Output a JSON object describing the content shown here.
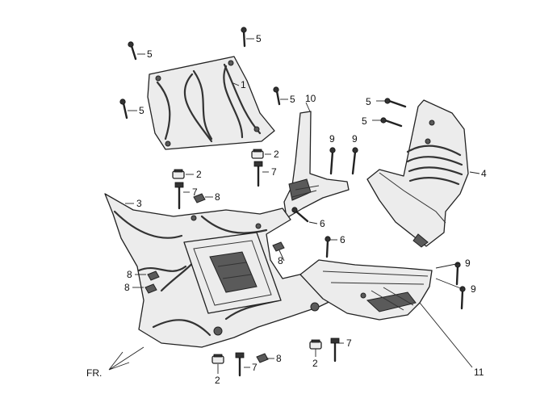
{
  "diagram": {
    "callouts": [
      {
        "id": "c5a",
        "text": "5"
      },
      {
        "id": "c5b",
        "text": "5"
      },
      {
        "id": "c5c",
        "text": "5"
      },
      {
        "id": "c5d",
        "text": "5"
      },
      {
        "id": "c5e",
        "text": "5"
      },
      {
        "id": "c5f",
        "text": "5"
      },
      {
        "id": "c1",
        "text": "1"
      },
      {
        "id": "c10",
        "text": "10"
      },
      {
        "id": "c9a",
        "text": "9"
      },
      {
        "id": "c9b",
        "text": "9"
      },
      {
        "id": "c9c",
        "text": "9"
      },
      {
        "id": "c9d",
        "text": "9"
      },
      {
        "id": "c4",
        "text": "4"
      },
      {
        "id": "c2a",
        "text": "2"
      },
      {
        "id": "c2b",
        "text": "2"
      },
      {
        "id": "c2c",
        "text": "2"
      },
      {
        "id": "c2d",
        "text": "2"
      },
      {
        "id": "c7a",
        "text": "7"
      },
      {
        "id": "c7b",
        "text": "7"
      },
      {
        "id": "c7c",
        "text": "7"
      },
      {
        "id": "c7d",
        "text": "7"
      },
      {
        "id": "c8a",
        "text": "8"
      },
      {
        "id": "c8b",
        "text": "8"
      },
      {
        "id": "c8c",
        "text": "8"
      },
      {
        "id": "c8d",
        "text": "8"
      },
      {
        "id": "c8e",
        "text": "8"
      },
      {
        "id": "c3",
        "text": "3"
      },
      {
        "id": "c6a",
        "text": "6"
      },
      {
        "id": "c6b",
        "text": "6"
      },
      {
        "id": "c11",
        "text": "11"
      }
    ],
    "front_marker": "FR."
  }
}
